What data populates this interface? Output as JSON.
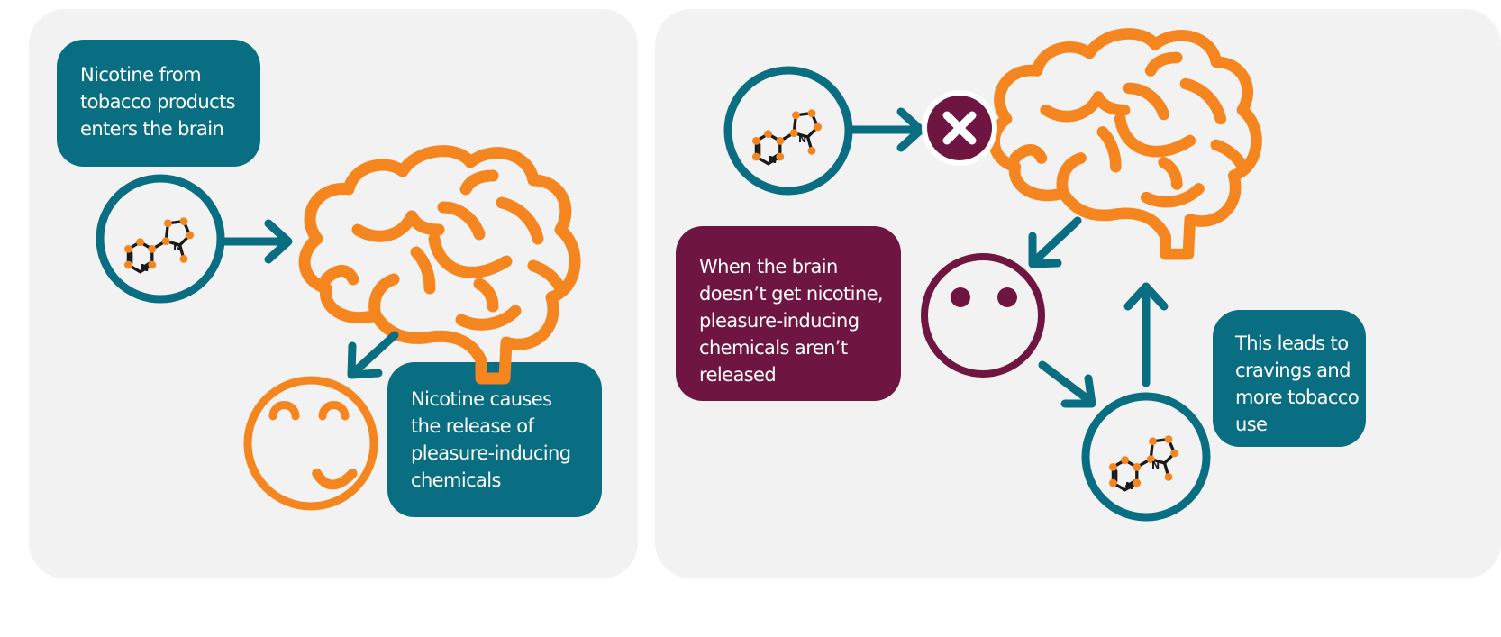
{
  "colors": {
    "teal": "#0a6e82",
    "orange": "#f5861f",
    "plum": "#6e1641",
    "panel": "#f2f2f2"
  },
  "left_panel": {
    "step1": {
      "lines": [
        "Nicotine from",
        "tobacco products",
        "enters the brain"
      ]
    },
    "step2": {
      "lines": [
        "Nicotine causes",
        "the release of",
        "pleasure-inducing",
        "chemicals"
      ]
    },
    "icons": [
      "nicotine-molecule-icon",
      "arrow-right-icon",
      "brain-icon",
      "arrow-down-left-icon",
      "happy-face-icon"
    ]
  },
  "right_panel": {
    "step1": {
      "lines": [
        "When the brain",
        "doesn’t get nicotine,",
        "pleasure-inducing",
        "chemicals aren’t",
        "released"
      ]
    },
    "step2": {
      "lines": [
        "This leads to",
        "cravings and",
        "more tobacco",
        "use"
      ]
    },
    "icons": [
      "nicotine-molecule-icon",
      "arrow-right-icon",
      "blocked-x-icon",
      "brain-icon",
      "arrow-down-left-icon",
      "neutral-face-icon",
      "arrow-down-right-icon",
      "nicotine-molecule-icon",
      "arrow-up-icon"
    ]
  },
  "molecule_label": "N"
}
